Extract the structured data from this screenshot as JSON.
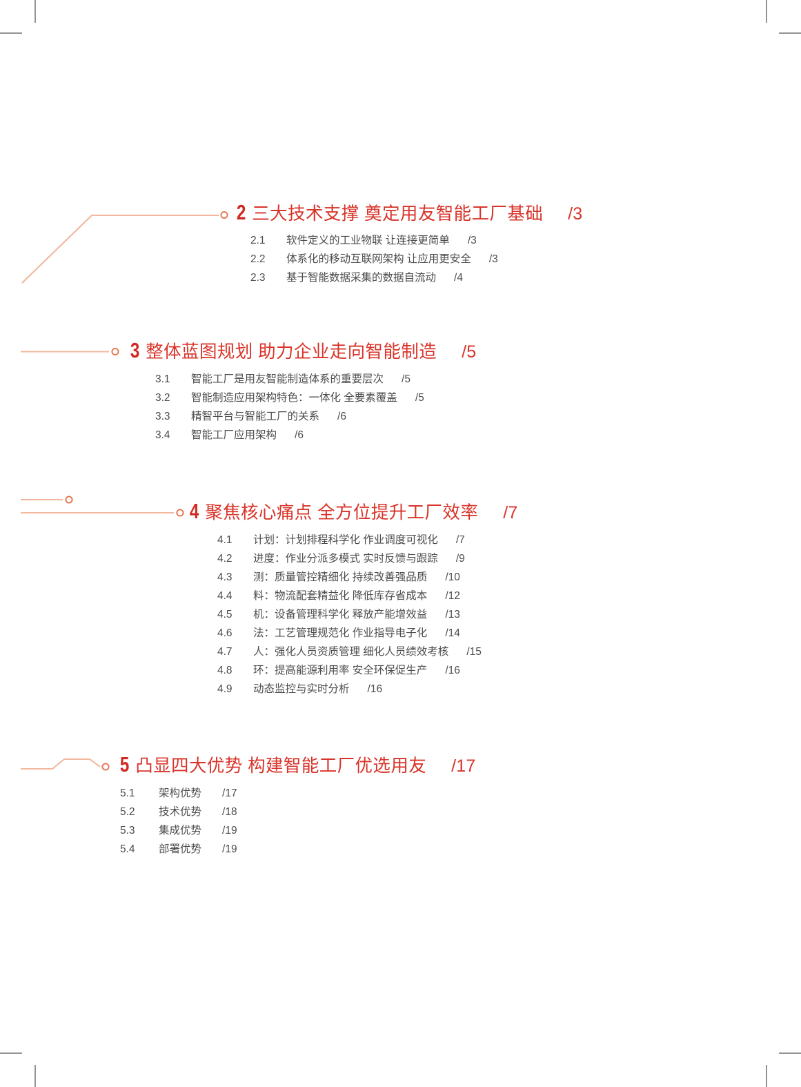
{
  "document": {
    "type": "table-of-contents",
    "accent_red": "#d8342a",
    "number_red": "#cf2a21",
    "sub_text_gray": "#4c4c4c",
    "connector_color": "#f2b79d",
    "crop_mark_color": "#949494"
  },
  "sections": [
    {
      "number": "2",
      "title": "三大技术支撑  奠定用友智能工厂基础",
      "page": "/3",
      "items": [
        {
          "num": "2.1",
          "title": "软件定义的工业物联 让连接更简单",
          "page": "/3"
        },
        {
          "num": "2.2",
          "title": "体系化的移动互联网架构 让应用更安全",
          "page": "/3"
        },
        {
          "num": "2.3",
          "title": "基于智能数据采集的数据自流动",
          "page": "/4"
        }
      ]
    },
    {
      "number": "3",
      "title": "整体蓝图规划  助力企业走向智能制造",
      "page": "/5",
      "items": [
        {
          "num": "3.1",
          "title": "智能工厂是用友智能制造体系的重要层次",
          "page": "/5"
        },
        {
          "num": "3.2",
          "title": "智能制造应用架构特色：一体化 全要素覆盖",
          "page": "/5"
        },
        {
          "num": "3.3",
          "title": "精智平台与智能工厂的关系",
          "page": "/6"
        },
        {
          "num": "3.4",
          "title": "智能工厂应用架构",
          "page": "/6"
        }
      ]
    },
    {
      "number": "4",
      "title": "聚焦核心痛点  全方位提升工厂效率",
      "page": "/7",
      "items": [
        {
          "num": "4.1",
          "title": "计划：计划排程科学化 作业调度可视化",
          "page": "/7"
        },
        {
          "num": "4.2",
          "title": "进度：作业分派多模式 实时反馈与跟踪",
          "page": "/9"
        },
        {
          "num": "4.3",
          "title": "测：质量管控精细化 持续改善强品质",
          "page": "/10"
        },
        {
          "num": "4.4",
          "title": "料：物流配套精益化 降低库存省成本",
          "page": "/12"
        },
        {
          "num": "4.5",
          "title": "机：设备管理科学化 释放产能增效益",
          "page": "/13"
        },
        {
          "num": "4.6",
          "title": "法：工艺管理规范化 作业指导电子化",
          "page": "/14"
        },
        {
          "num": "4.7",
          "title": "人：强化人员资质管理  细化人员绩效考核",
          "page": "/15"
        },
        {
          "num": "4.8",
          "title": "环：提高能源利用率 安全环保促生产",
          "page": "/16"
        },
        {
          "num": "4.9",
          "title": "动态监控与实时分析",
          "page": "/16"
        }
      ]
    },
    {
      "number": "5",
      "title": "凸显四大优势  构建智能工厂优选用友",
      "page": "/17",
      "items": [
        {
          "num": "5.1",
          "title": "架构优势",
          "page": "/17"
        },
        {
          "num": "5.2",
          "title": "技术优势",
          "page": "/18"
        },
        {
          "num": "5.3",
          "title": "集成优势",
          "page": "/19"
        },
        {
          "num": "5.4",
          "title": "部署优势",
          "page": "/19"
        }
      ]
    }
  ]
}
